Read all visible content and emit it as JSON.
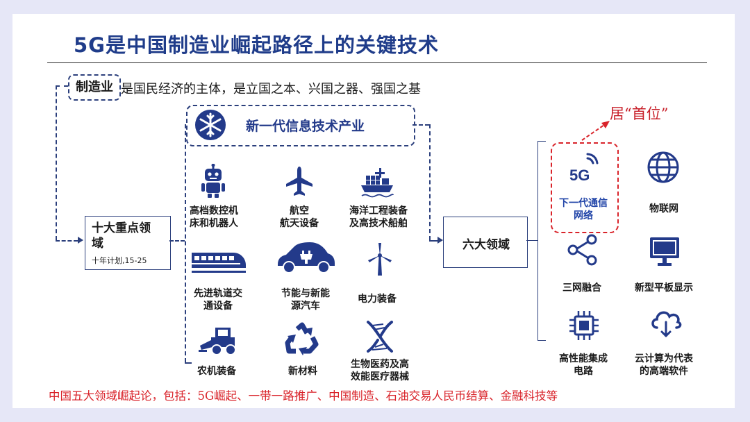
{
  "title": "5G是中国制造业崛起路径上的关键技术",
  "manufacturing": {
    "label": "制造业",
    "text": "是国民经济的主体，是立国之本、兴国之器、强国之基"
  },
  "it_banner": {
    "label": "新一代信息技术产业",
    "icon": "snowflake-icon"
  },
  "ten_fields": {
    "title": "十大重点领域",
    "subtitle": "十年计划,15-25"
  },
  "ten_items": [
    {
      "line1": "高档数控机",
      "line2": "床和机器人",
      "icon": "robot-icon"
    },
    {
      "line1": "航空",
      "line2": "航天设备",
      "icon": "airplane-icon"
    },
    {
      "line1": "海洋工程装备",
      "line2": "及高技术船舶",
      "icon": "ship-icon"
    },
    {
      "line1": "先进轨道交",
      "line2": "通设备",
      "icon": "train-icon"
    },
    {
      "line1": "节能与新能",
      "line2": "源汽车",
      "icon": "electric-car-icon"
    },
    {
      "line1": "电力装备",
      "line2": "",
      "icon": "wind-turbine-icon"
    },
    {
      "line1": "农机装备",
      "line2": "",
      "icon": "harvester-icon"
    },
    {
      "line1": "新材料",
      "line2": "",
      "icon": "recycle-icon"
    },
    {
      "line1": "生物医药及高",
      "line2": "效能医疗器械",
      "icon": "dna-icon"
    }
  ],
  "six_fields": {
    "label": "六大领域"
  },
  "six_items": [
    {
      "line1": "下一代通信",
      "line2": "网络",
      "icon": "5g-icon",
      "icon_text": "5G"
    },
    {
      "line1": "物联网",
      "line2": "",
      "icon": "globe-icon"
    },
    {
      "line1": "三网融合",
      "line2": "",
      "icon": "share-icon"
    },
    {
      "line1": "新型平板显示",
      "line2": "",
      "icon": "monitor-icon"
    },
    {
      "line1": "高性能集成",
      "line2": "电路",
      "icon": "chip-icon"
    },
    {
      "line1": "云计算为代表",
      "line2": "的高端软件",
      "icon": "cloud-icon"
    }
  ],
  "first_place_label": "居“首位”",
  "footer": "中国五大领域崛起论，包括：5G崛起、一带一路推广、中国制造、石油交易人民币结算、金融科技等",
  "colors": {
    "navy": "#1f3c8a",
    "accent_red": "#d9232a",
    "slide_bg": "#ffffff",
    "page_bg": "#e6e7f7"
  }
}
